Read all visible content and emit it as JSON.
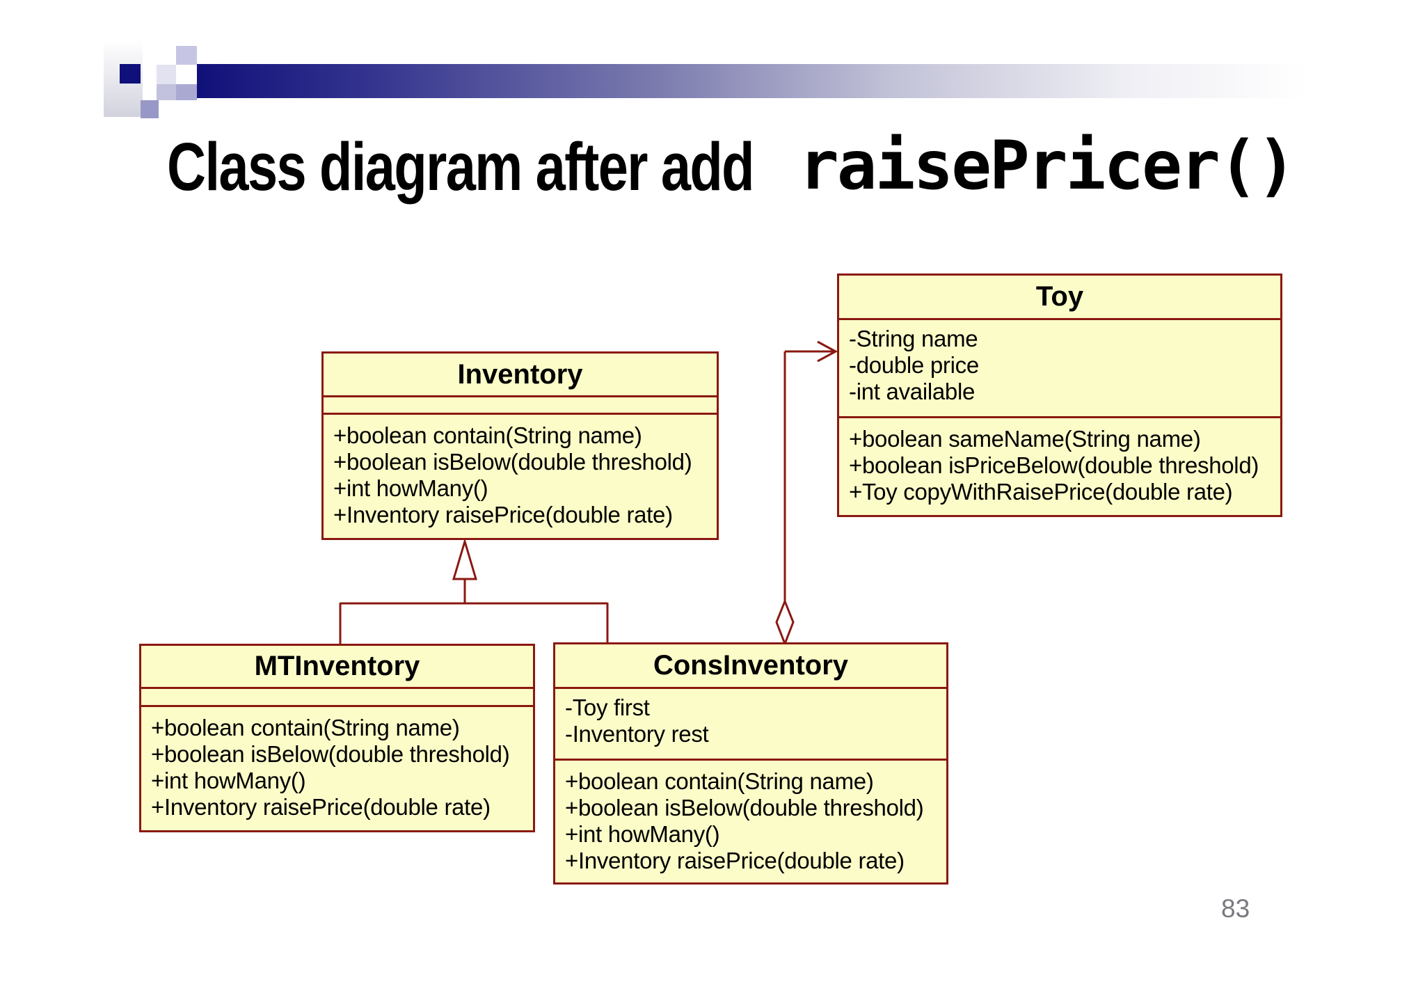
{
  "title": {
    "regular": "Class diagram after add",
    "code": "raisePricer()"
  },
  "page_number": "83",
  "colors": {
    "box_fill": "#FCFCC8",
    "box_border": "#8A1911",
    "banner_navy": "#10107A",
    "banner_gradient_end": "#FFFFFF",
    "page_number_gray": "#7A787F",
    "title_color": "#000000"
  },
  "diagram": {
    "classes": {
      "toy": {
        "name": "Toy",
        "attributes": [
          "-String name",
          "-double price",
          "-int available"
        ],
        "methods": [
          "+boolean sameName(String name)",
          "+boolean isPriceBelow(double threshold)",
          "+Toy copyWithRaisePrice(double rate)"
        ]
      },
      "inventory": {
        "name": "Inventory",
        "attributes": [],
        "methods": [
          "+boolean contain(String name)",
          "+boolean isBelow(double threshold)",
          "+int howMany()",
          "+Inventory raisePrice(double rate)"
        ]
      },
      "mt": {
        "name": "MTInventory",
        "attributes": [],
        "methods": [
          "+boolean contain(String name)",
          "+boolean isBelow(double threshold)",
          "+int howMany()",
          "+Inventory raisePrice(double rate)"
        ]
      },
      "cons": {
        "name": "ConsInventory",
        "attributes": [
          "-Toy first",
          "-Inventory rest"
        ],
        "methods": [
          "+boolean contain(String name)",
          "+boolean isBelow(double threshold)",
          "+int howMany()",
          "+Inventory raisePrice(double rate)"
        ]
      }
    },
    "relations": [
      {
        "type": "generalization",
        "from": [
          "MTInventory",
          "ConsInventory"
        ],
        "to": "Inventory",
        "marker": "hollow-triangle"
      },
      {
        "type": "aggregation",
        "owner": "Toy",
        "part_side": "ConsInventory",
        "marker": "hollow-diamond",
        "arrow": "open-arrow-into-Toy"
      }
    ]
  }
}
